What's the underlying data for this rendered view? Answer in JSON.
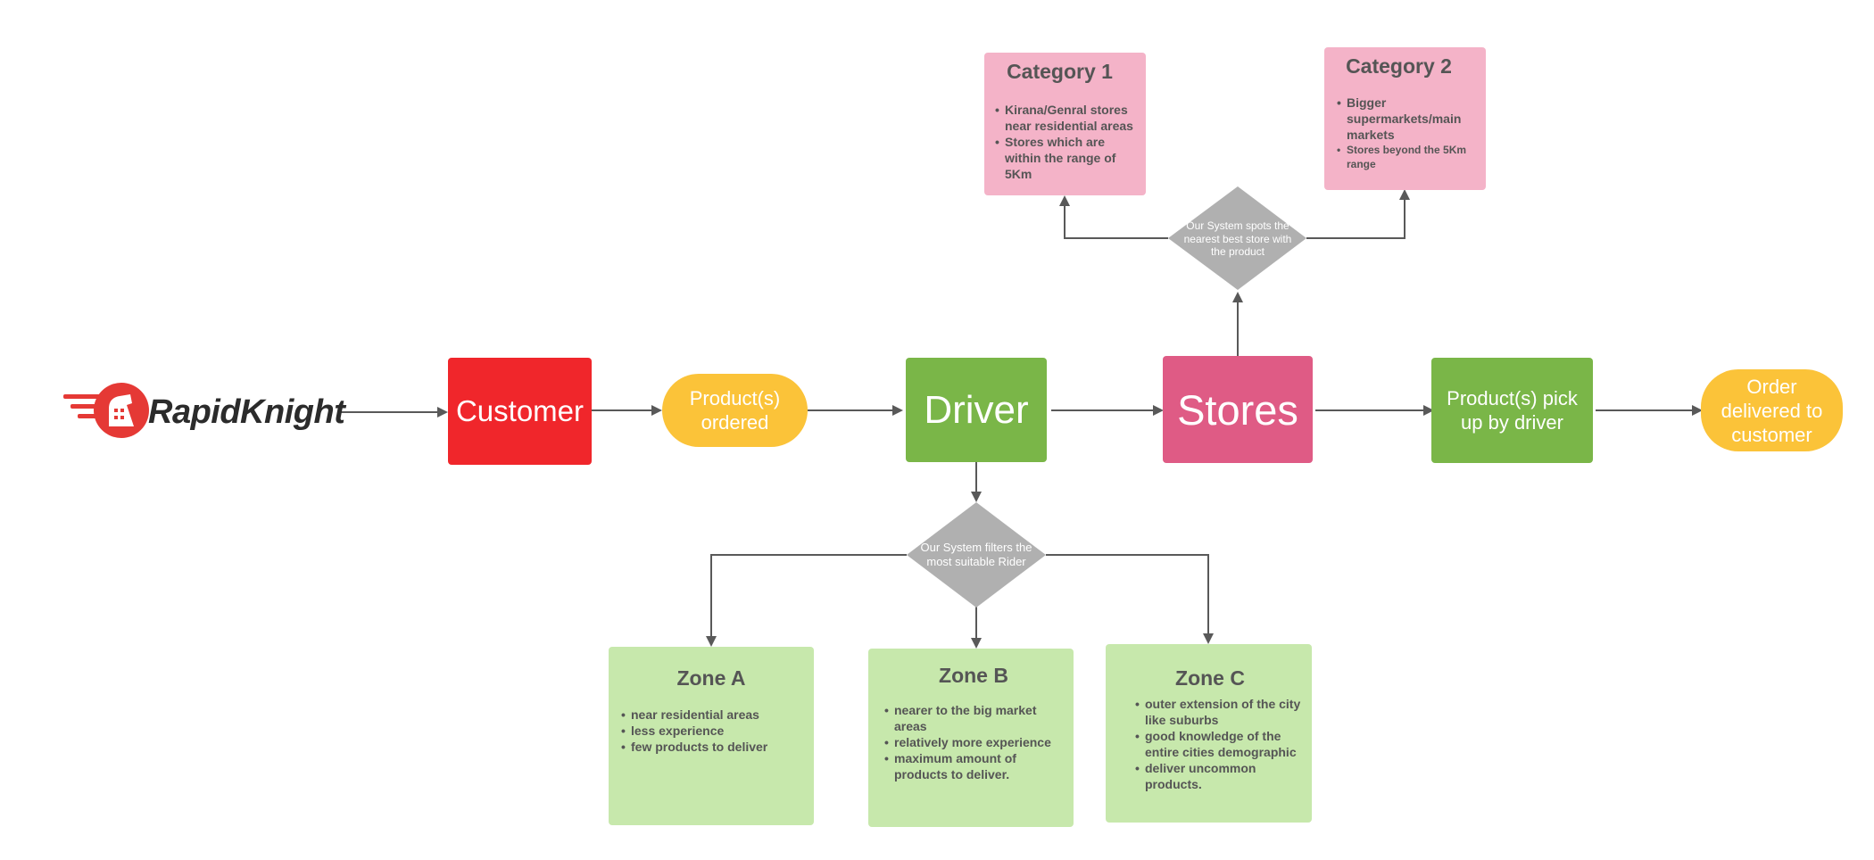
{
  "logo": {
    "name": "RapidKnight",
    "icon": "rapidknight-logo-icon",
    "brand_color": "#e53935"
  },
  "nodes": {
    "customer": {
      "label": "Customer",
      "color": "#f0262b"
    },
    "products_ordered": {
      "label": "Product(s) ordered",
      "color": "#fbc339"
    },
    "driver": {
      "label": "Driver",
      "color": "#7ab648"
    },
    "stores": {
      "label": "Stores",
      "color": "#df5b85"
    },
    "pickup": {
      "label": "Product(s) pick up by driver",
      "color": "#7ab648"
    },
    "delivered": {
      "label": "Order delivered to customer",
      "color": "#fbc339"
    }
  },
  "decisions": {
    "store_spot": {
      "label": "Our System spots the nearest best store with the product",
      "color": "#b0b0b0"
    },
    "rider_filter": {
      "label": "Our System filters the most suitable Rider",
      "color": "#b0b0b0"
    }
  },
  "categories": [
    {
      "title": "Category 1",
      "items": [
        "Kirana/Genral stores near residential areas",
        "Stores which are within the range of 5Km"
      ],
      "color": "#f4b3c8"
    },
    {
      "title": "Category 2",
      "items": [
        "Bigger supermarkets/main markets",
        "Stores beyond the 5Km range"
      ],
      "color": "#f4b3c8"
    }
  ],
  "zones": [
    {
      "title": "Zone A",
      "items": [
        "near residential areas",
        "less experience",
        "few products to deliver"
      ],
      "color": "#c7e8ac"
    },
    {
      "title": "Zone B",
      "items": [
        "nearer to the big market areas",
        " relatively more experience",
        "maximum amount of products to deliver."
      ],
      "color": "#c7e8ac"
    },
    {
      "title": "Zone C",
      "items": [
        "outer extension of the city like suburbs",
        "good knowledge of the entire cities demographic",
        "deliver uncommon products."
      ],
      "color": "#c7e8ac"
    }
  ],
  "edge_color": "#595959"
}
